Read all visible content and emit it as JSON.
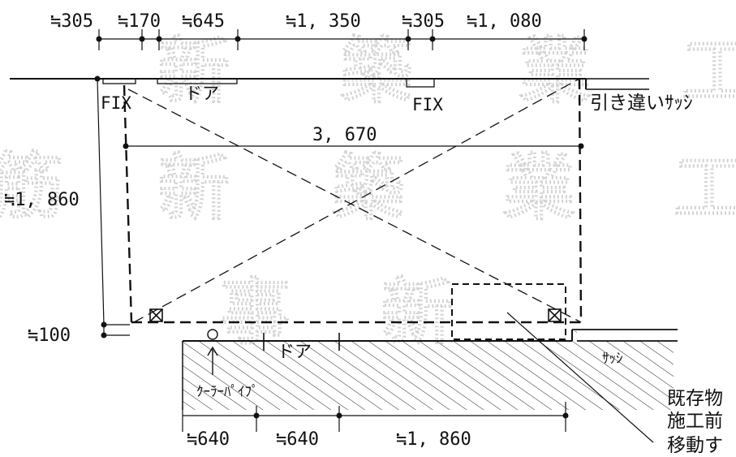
{
  "watermark": {
    "chars": [
      "新",
      "築",
      "業",
      "工",
      "筋",
      "新",
      "築",
      "業",
      "工",
      "事",
      "新"
    ]
  },
  "top_dimensions": [
    "≒305",
    "≒170",
    "≒645",
    "≒1, 350",
    "≒305",
    "≒1, 080"
  ],
  "bottom_dimensions": [
    "≒640",
    "≒640",
    "≒1, 860"
  ],
  "side_dimensions": {
    "height": "≒1, 860",
    "offset": "≒100"
  },
  "span_dimension": "3, 670",
  "labels": {
    "fix_left": "FIX",
    "door_top": "ドア",
    "fix_right": "FIX",
    "sliding_sash": "引き違いｻｯｼ",
    "door_bottom": "ドア",
    "sash_bottom": "ｻｯｼ",
    "cooler_pipe": "ｸｰﾗｰﾊﾟｲﾌﾟ"
  },
  "note": [
    "既存物",
    "施工前",
    "移動す"
  ]
}
